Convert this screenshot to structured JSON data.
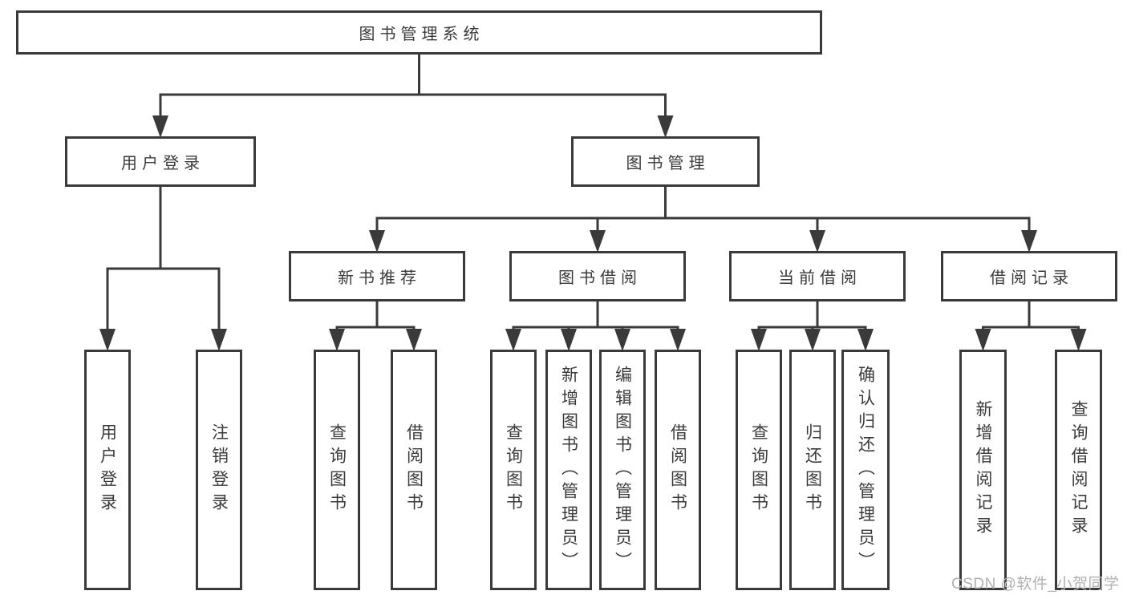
{
  "diagram": {
    "type": "hierarchy-diagram",
    "watermark": "CSDN @软件_小贺同学",
    "colors": {
      "background": "#ffffff",
      "line": "#3a3a3a",
      "box_border": "#3a3a3a",
      "box_fill": "#ffffff",
      "text": "#3a3a3a",
      "watermark": "#b2b0b1"
    },
    "tree": {
      "id": "root",
      "label": "图书管理系统",
      "children": [
        {
          "id": "user-login",
          "label": "用户登录",
          "children": [
            {
              "id": "user-login-leaf",
              "label": "用户登录"
            },
            {
              "id": "logout",
              "label": "注销登录"
            }
          ]
        },
        {
          "id": "book-management",
          "label": "图书管理",
          "children": [
            {
              "id": "new-book-recommend",
              "label": "新书推荐",
              "children": [
                {
                  "id": "query-books-1",
                  "label": "查询图书"
                },
                {
                  "id": "borrow-books-1",
                  "label": "借阅图书"
                }
              ]
            },
            {
              "id": "book-borrowing",
              "label": "图书借阅",
              "children": [
                {
                  "id": "query-books-2",
                  "label": "查询图书"
                },
                {
                  "id": "add-books",
                  "label": "新增图书（管理员）"
                },
                {
                  "id": "edit-books",
                  "label": "编辑图书（管理员）"
                },
                {
                  "id": "borrow-books-2",
                  "label": "借阅图书"
                }
              ]
            },
            {
              "id": "current-borrowing",
              "label": "当前借阅",
              "children": [
                {
                  "id": "query-books-3",
                  "label": "查询图书"
                },
                {
                  "id": "return-books",
                  "label": "归还图书"
                },
                {
                  "id": "confirm-return",
                  "label": "确认归还（管理员）"
                }
              ]
            },
            {
              "id": "borrow-records",
              "label": "借阅记录",
              "children": [
                {
                  "id": "add-borrow-record",
                  "label": "新增借阅记录"
                },
                {
                  "id": "query-borrow-record",
                  "label": "查询借阅记录"
                }
              ]
            }
          ]
        }
      ]
    }
  }
}
